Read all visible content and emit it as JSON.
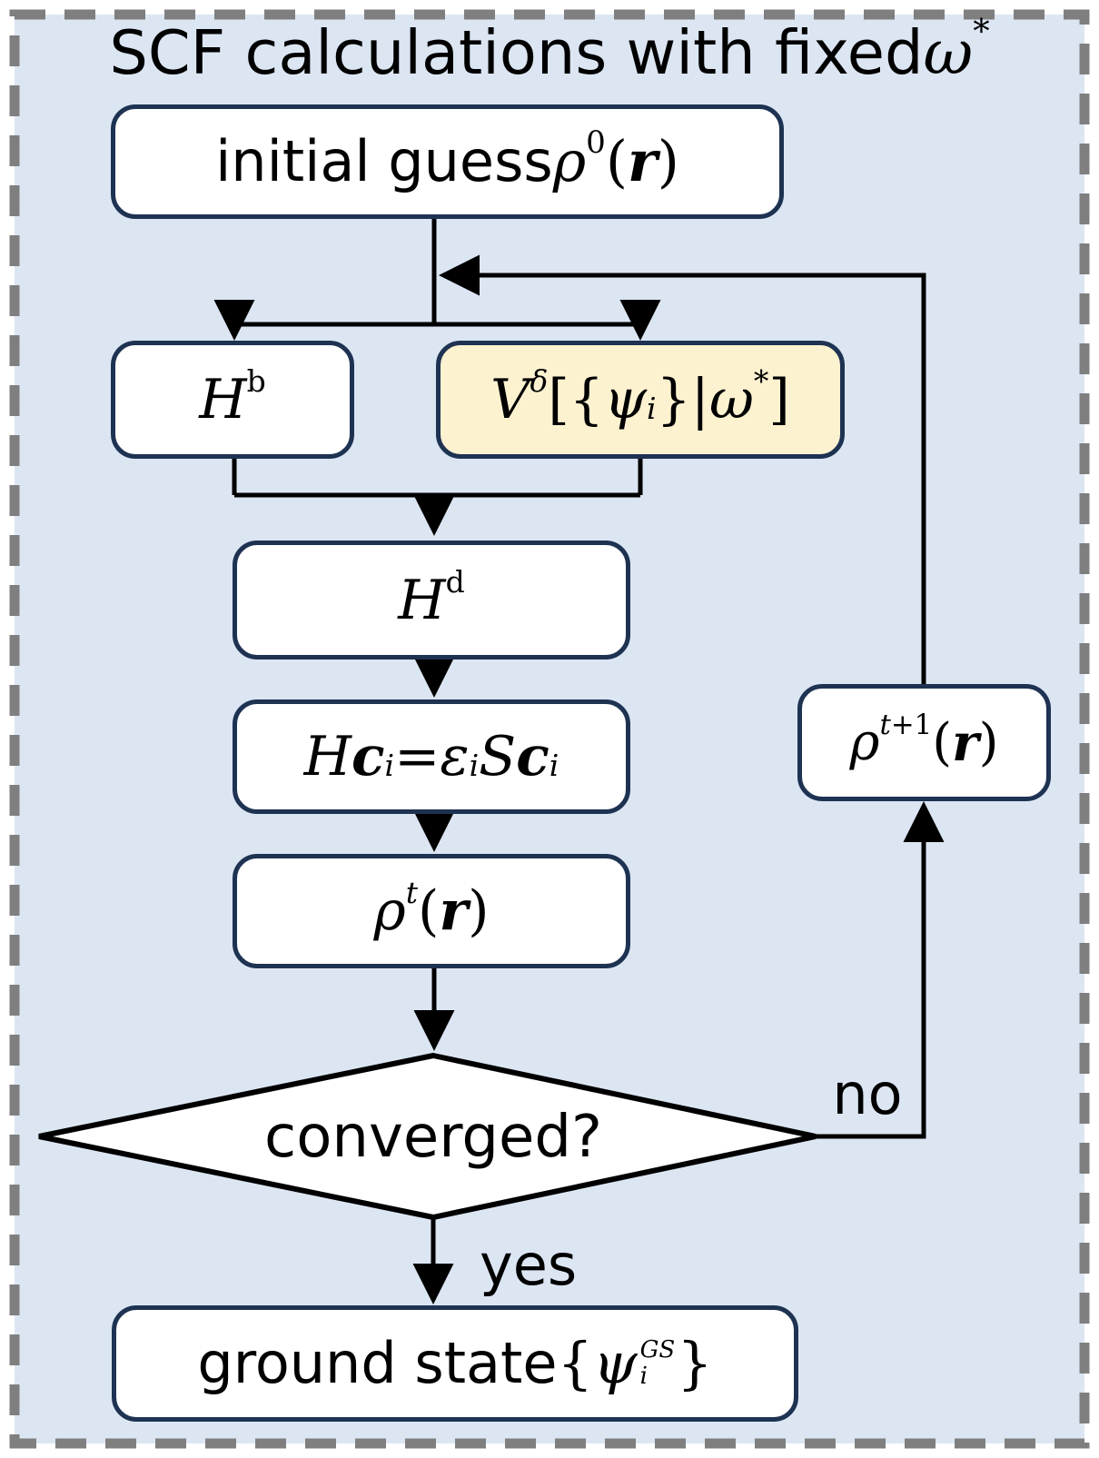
{
  "diagram": {
    "title": [
      {
        "t": "SCF calculations with fixed ",
        "s": "t"
      },
      {
        "t": "ω",
        "s": "i"
      },
      {
        "t": "*",
        "s": "sup_n"
      }
    ],
    "nodes": {
      "initial_guess": {
        "label": [
          {
            "t": "initial guess ",
            "s": "t"
          },
          {
            "t": "ρ",
            "s": "i"
          },
          {
            "t": "0",
            "s": "sup_n"
          },
          {
            "t": "(",
            "s": "n"
          },
          {
            "t": "r",
            "s": "bi"
          },
          {
            "t": ")",
            "s": "n"
          }
        ]
      },
      "h_basis": {
        "label": [
          {
            "t": "H",
            "s": "i"
          },
          {
            "t": "b",
            "s": "sup_n"
          }
        ]
      },
      "v_delta": {
        "label": [
          {
            "t": "V",
            "s": "i"
          },
          {
            "t": "δ",
            "s": "sup_i"
          },
          {
            "t": "[{",
            "s": "n"
          },
          {
            "t": "ψ",
            "s": "i"
          },
          {
            "t": "i",
            "s": "sub_i"
          },
          {
            "t": "}|",
            "s": "n"
          },
          {
            "t": "ω",
            "s": "i"
          },
          {
            "t": "*",
            "s": "sup_n"
          },
          {
            "t": "]",
            "s": "n"
          }
        ],
        "highlighted": true
      },
      "h_dressed": {
        "label": [
          {
            "t": "H",
            "s": "i"
          },
          {
            "t": "d",
            "s": "sup_n"
          }
        ]
      },
      "eigenproblem": {
        "label": [
          {
            "t": "H",
            "s": "i"
          },
          {
            "t": "c",
            "s": "bi"
          },
          {
            "t": "i",
            "s": "sub_i"
          },
          {
            "t": " = ",
            "s": "n"
          },
          {
            "t": "ε",
            "s": "i"
          },
          {
            "t": "i",
            "s": "sub_i"
          },
          {
            "t": "S",
            "s": "i"
          },
          {
            "t": "c",
            "s": "bi"
          },
          {
            "t": "i",
            "s": "sub_i"
          }
        ]
      },
      "rho_t": {
        "label": [
          {
            "t": "ρ",
            "s": "i"
          },
          {
            "t": "t",
            "s": "sup_i"
          },
          {
            "t": "(",
            "s": "n"
          },
          {
            "t": "r",
            "s": "bi"
          },
          {
            "t": ")",
            "s": "n"
          }
        ]
      },
      "rho_t_plus_1": {
        "label": [
          {
            "t": "ρ",
            "s": "i"
          },
          {
            "t": "t",
            "s": "sup_i"
          },
          {
            "t": "+1",
            "s": "sup_n"
          },
          {
            "t": "(",
            "s": "n"
          },
          {
            "t": "r",
            "s": "bi"
          },
          {
            "t": ")",
            "s": "n"
          }
        ]
      },
      "ground_state": {
        "label": [
          {
            "t": "ground state ",
            "s": "t"
          },
          {
            "t": "{",
            "s": "n"
          },
          {
            "t": "ψ",
            "s": "i"
          },
          {
            "t": "GS,i",
            "s": "st"
          },
          {
            "t": "}",
            "s": "n"
          }
        ]
      }
    },
    "decision": {
      "label": "converged?"
    },
    "edge_labels": {
      "no": "no",
      "yes": "yes"
    },
    "colors": {
      "panel_background": "#dce6f3",
      "panel_dash_border": "#7f7f7f",
      "node_border": "#1e3252",
      "node_fill": "#ffffff",
      "highlight_fill": "#fdf2d0",
      "connector": "#000000",
      "text": "#000000"
    }
  }
}
